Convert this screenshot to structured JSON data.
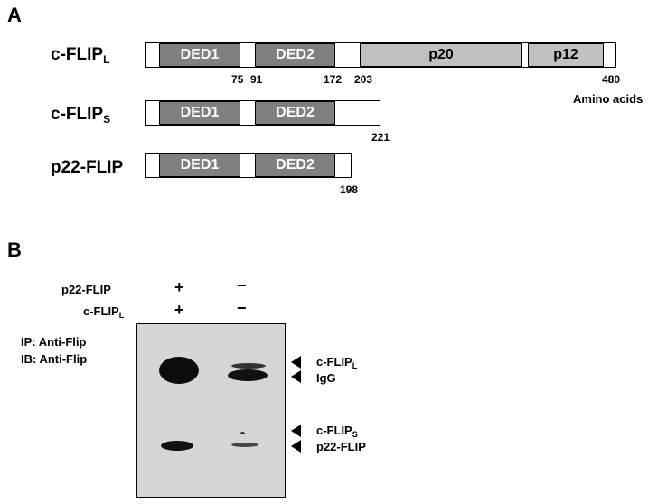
{
  "panel_a": {
    "letter": "A",
    "rows": [
      {
        "name": "c-FLIP",
        "sub": "L",
        "domains": [
          {
            "label": "DED1",
            "kind": "ded"
          },
          {
            "label": "DED2",
            "kind": "ded"
          },
          {
            "label": "p20",
            "kind": "light"
          },
          {
            "label": "p12",
            "kind": "light"
          }
        ],
        "positions": [
          "75",
          "91",
          "172",
          "203",
          "480"
        ],
        "note": "Amino acids"
      },
      {
        "name": "c-FLIP",
        "sub": "S",
        "domains": [
          {
            "label": "DED1"
          },
          {
            "label": "DED2"
          }
        ],
        "positions": [
          "221"
        ]
      },
      {
        "name": "p22-FLIP",
        "sub": "",
        "domains": [
          {
            "label": "DED1"
          },
          {
            "label": "DED2"
          }
        ],
        "positions": [
          "198"
        ]
      }
    ],
    "colors": {
      "ded": "#808080",
      "light": "#c0c0c0",
      "tail": "#ffffff"
    }
  },
  "panel_b": {
    "letter": "B",
    "conditions": [
      {
        "label": "p22-FLIP",
        "sub": "",
        "lane1": "+",
        "lane2": "−"
      },
      {
        "label": "c-FLIP",
        "sub": "L",
        "lane1": "+",
        "lane2": "−"
      }
    ],
    "ip": "IP: Anti-Flip",
    "ib": "IB: Anti-Flip",
    "band_labels": [
      {
        "name": "c-FLIP",
        "sub": "L"
      },
      {
        "name": "IgG",
        "sub": ""
      },
      {
        "name": "c-FLIP",
        "sub": "S"
      },
      {
        "name": "p22-FLIP",
        "sub": ""
      }
    ]
  }
}
